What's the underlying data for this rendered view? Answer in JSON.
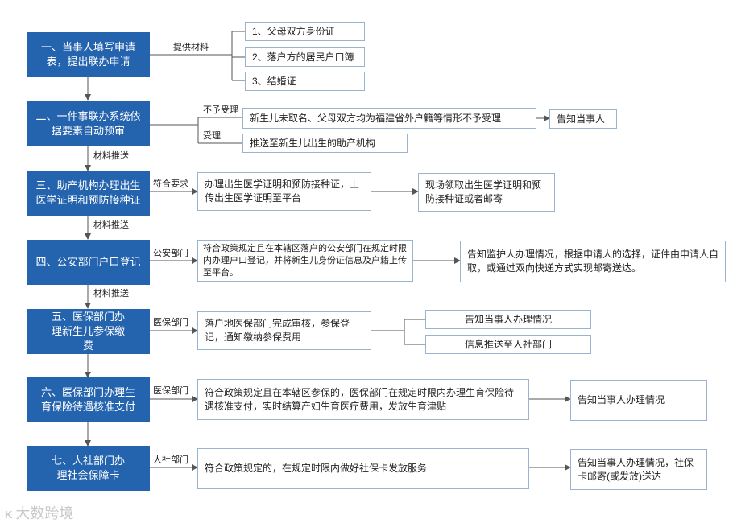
{
  "steps": [
    "一、当事人填写申请表，提出联办申请",
    "二、一件事联办系统依据要素自动预审",
    "三、助产机构办理出生医学证明和预防接种证",
    "四、公安部门户口登记",
    "五、医保部门办理新生儿参保缴费",
    "六、医保部门办理生育保险待遇核准支付",
    "七、人社部门办理社会保障卡"
  ],
  "row1": {
    "label": "提供材料",
    "materials": [
      "1、父母双方身份证",
      "2、落户方的居民户口簿",
      "3、结婚证"
    ]
  },
  "row2": {
    "reject_label": "不予受理",
    "reject_text": "新生儿未取名、父母双方均为福建省外户籍等情形不予受理",
    "reject_result": "告知当事人",
    "accept_label": "受理",
    "accept_text": "推送至新生儿出生的助产机构"
  },
  "row3": {
    "label": "符合要求",
    "action": "办理出生医学证明和预防接种证，上传出生医学证明至平台",
    "result": "现场领取出生医学证明和预防接种证或者邮寄"
  },
  "row4": {
    "label": "公安部门",
    "action": "符合政策规定且在本辖区落户的公安部门在规定时限内办理户口登记，并将新生儿身份证信息及户籍上传至平台。",
    "result": "告知监护人办理情况，根据申请人的选择，证件由申请人自取，或通过双向快递方式实现邮寄送达。"
  },
  "row5": {
    "label": "医保部门",
    "action": "落户地医保部门完成审核，参保登记，通知缴纳参保费用",
    "results": [
      "告知当事人办理情况",
      "信息推送至人社部门"
    ]
  },
  "row6": {
    "label": "医保部门",
    "action": "符合政策规定且在本辖区参保的，医保部门在规定时限内办理生育保险待遇核准支付，实时结算产妇生育医疗费用，发放生育津贴",
    "result": "告知当事人办理情况"
  },
  "row7": {
    "label": "人社部门",
    "action": "符合政策规定的，在规定时限内做好社保卡发放服务",
    "result": "告知当事人办理情况，社保卡邮寄(或发放)送达"
  },
  "transfer_labels": [
    "材料推送",
    "材料推送",
    "材料推送"
  ],
  "watermark": {
    "logo": "K",
    "text": "大数跨境"
  },
  "colors": {
    "step_fill": "#2463ae",
    "line": "#555555",
    "box_border": "#9ab4cf"
  }
}
